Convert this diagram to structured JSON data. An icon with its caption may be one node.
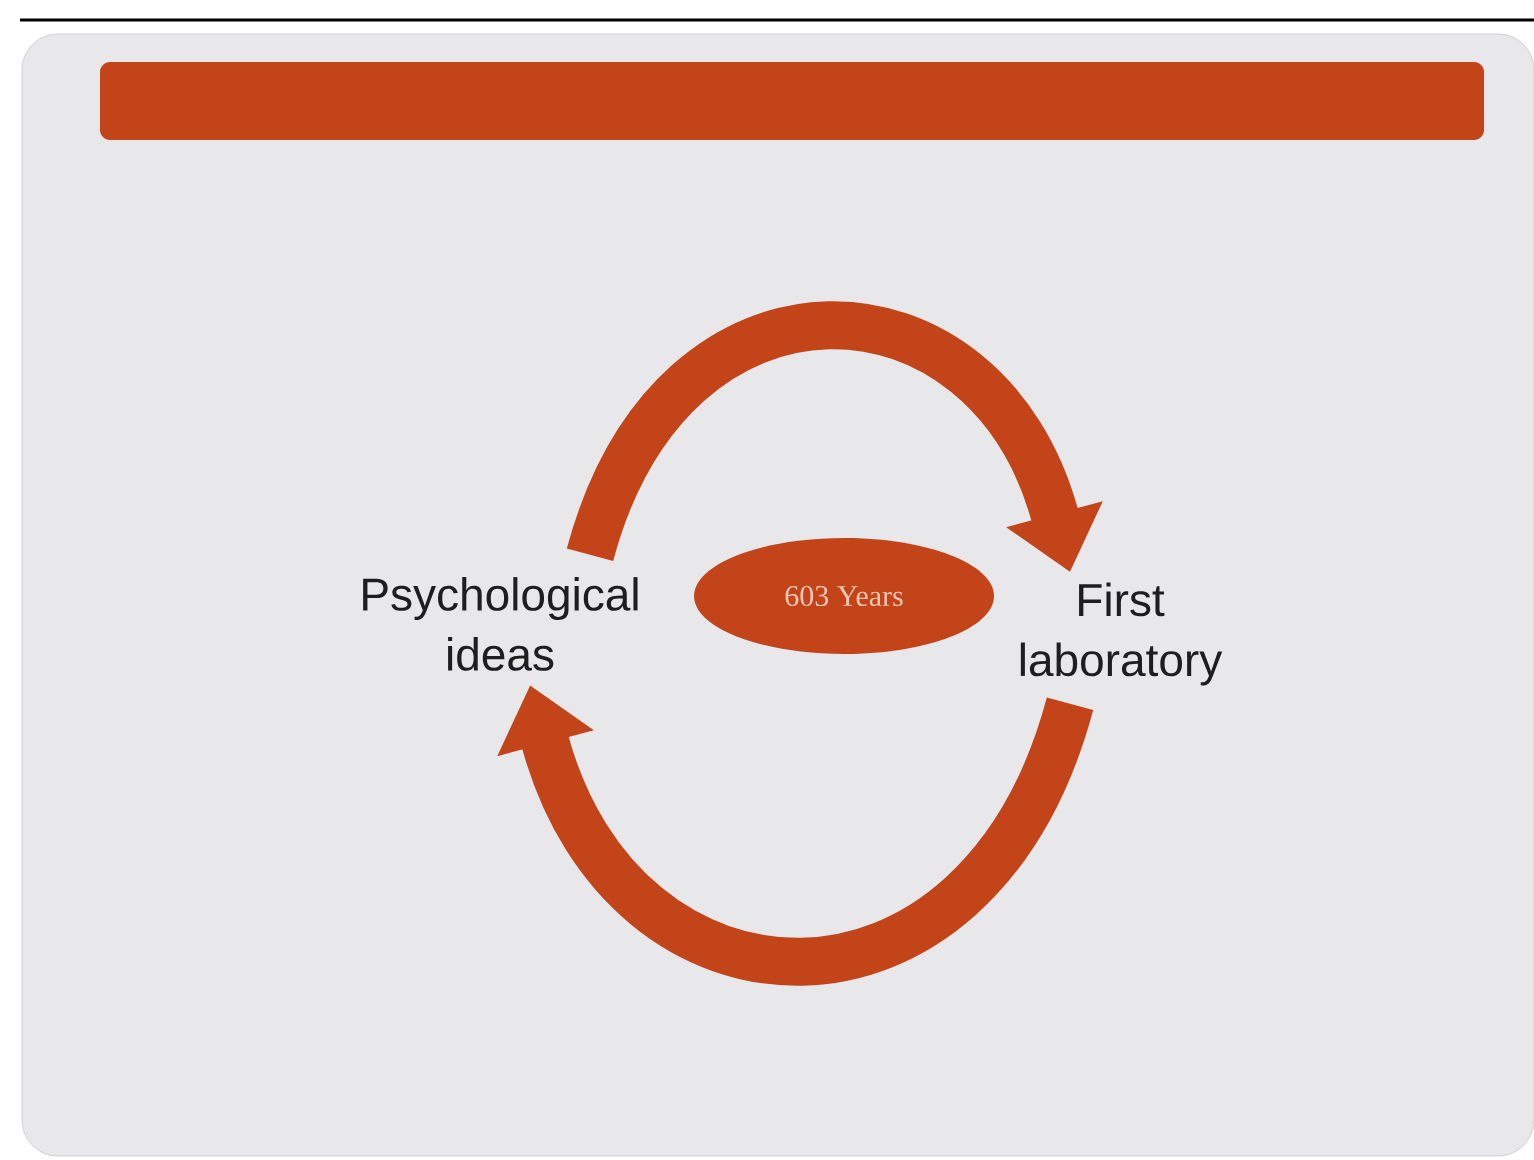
{
  "diagram": {
    "nodes": [
      {
        "text": [
          "Psychological ideas"
        ]
      },
      {
        "text": [
          "603 Years"
        ]
      },
      {
        "text": [
          "First laboratory"
        ]
      }
    ],
    "edges": [
      {
        "from": 0,
        "to": 2,
        "arrow": "to"
      },
      {
        "from": 2,
        "to": 0,
        "arrow": "to"
      }
    ]
  }
}
